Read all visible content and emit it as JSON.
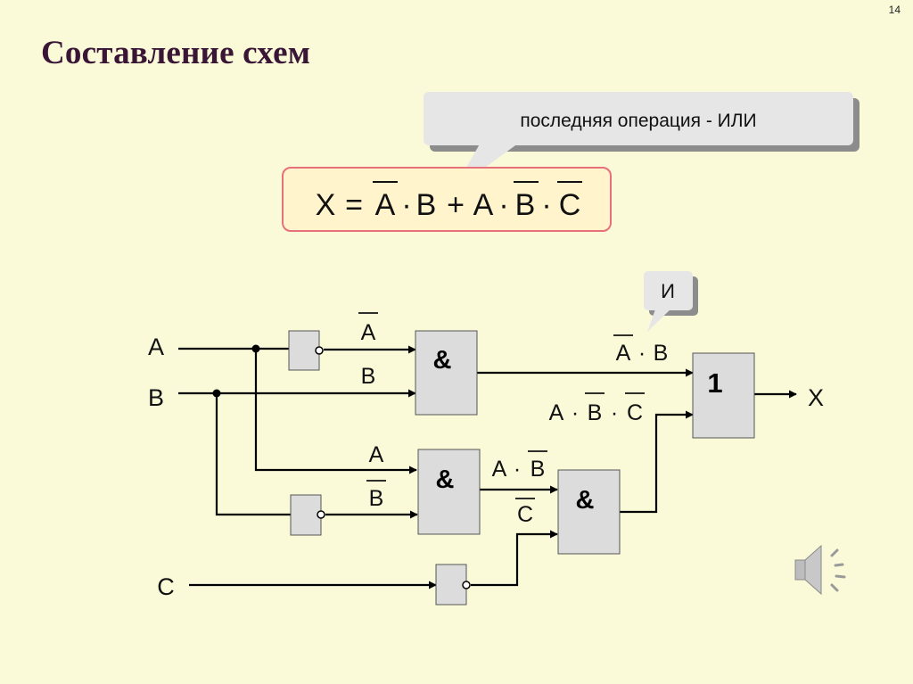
{
  "slide_number": "14",
  "title": "Составление схем",
  "callout_top": "последняя операция - ИЛИ",
  "callout_and": "И",
  "formula": {
    "lhs": "X",
    "eq": "=",
    "t1a": "A",
    "dot1": "·",
    "t1b": "B",
    "plus": "+",
    "t2a": "A",
    "dot2": "·",
    "t2b": "B",
    "dot3": "·",
    "t2c": "C"
  },
  "inputs": {
    "a": "A",
    "b": "B",
    "c": "C"
  },
  "gates": {
    "and1": "&",
    "and2": "&",
    "and3": "&",
    "or1": "1"
  },
  "wire_labels": {
    "not_a": "A",
    "b1": "B",
    "a2": "A",
    "not_b": "B",
    "ab_a": "A",
    "ab_dot": "·",
    "ab_b": "B",
    "not_c": "C",
    "out1_a": "A",
    "out1_dot": "·",
    "out1_b": "B",
    "out2_a": "A",
    "out2_dot1": "·",
    "out2_b": "B",
    "out2_dot2": "·",
    "out2_c": "C"
  },
  "output": "X",
  "icons": {
    "speaker": "speaker-icon"
  }
}
